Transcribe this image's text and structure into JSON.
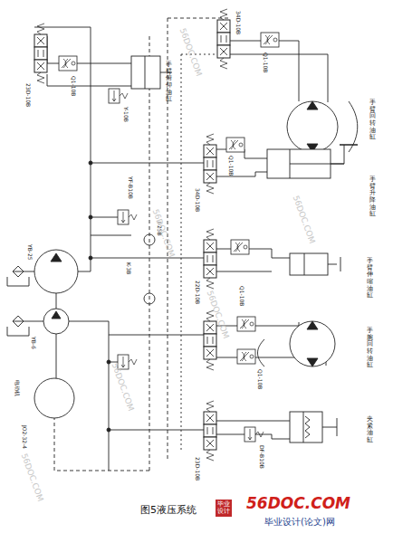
{
  "diagram": {
    "caption": "图5液压系统",
    "labels": [
      "手臂回转油缸",
      "手臂升降油缸",
      "手臂伸缩油缸",
      "手腕回转油缸",
      "夹紧油缸",
      "手臂俯仰油缸",
      "Q1-10B",
      "34D-10B",
      "23D-10B",
      "Q1-10B",
      "Y-10B",
      "34D-10B",
      "Q1-10B",
      "22D-10B",
      "Q1-10B",
      "Q1-10B",
      "23D-10B",
      "DF-B10B",
      "YF-B10B",
      "I-25B",
      "K-3B",
      "YB-25",
      "YB-6",
      "JO2-32-4",
      "电动机",
      "56DOC.COM",
      "56DOC.COM",
      "56DOC.COM",
      "56DOC.COM",
      "56DOC.COM",
      "56DOC.COM",
      "56DOC.COM",
      "毕业设计(论文)网",
      "毕业设计"
    ]
  }
}
